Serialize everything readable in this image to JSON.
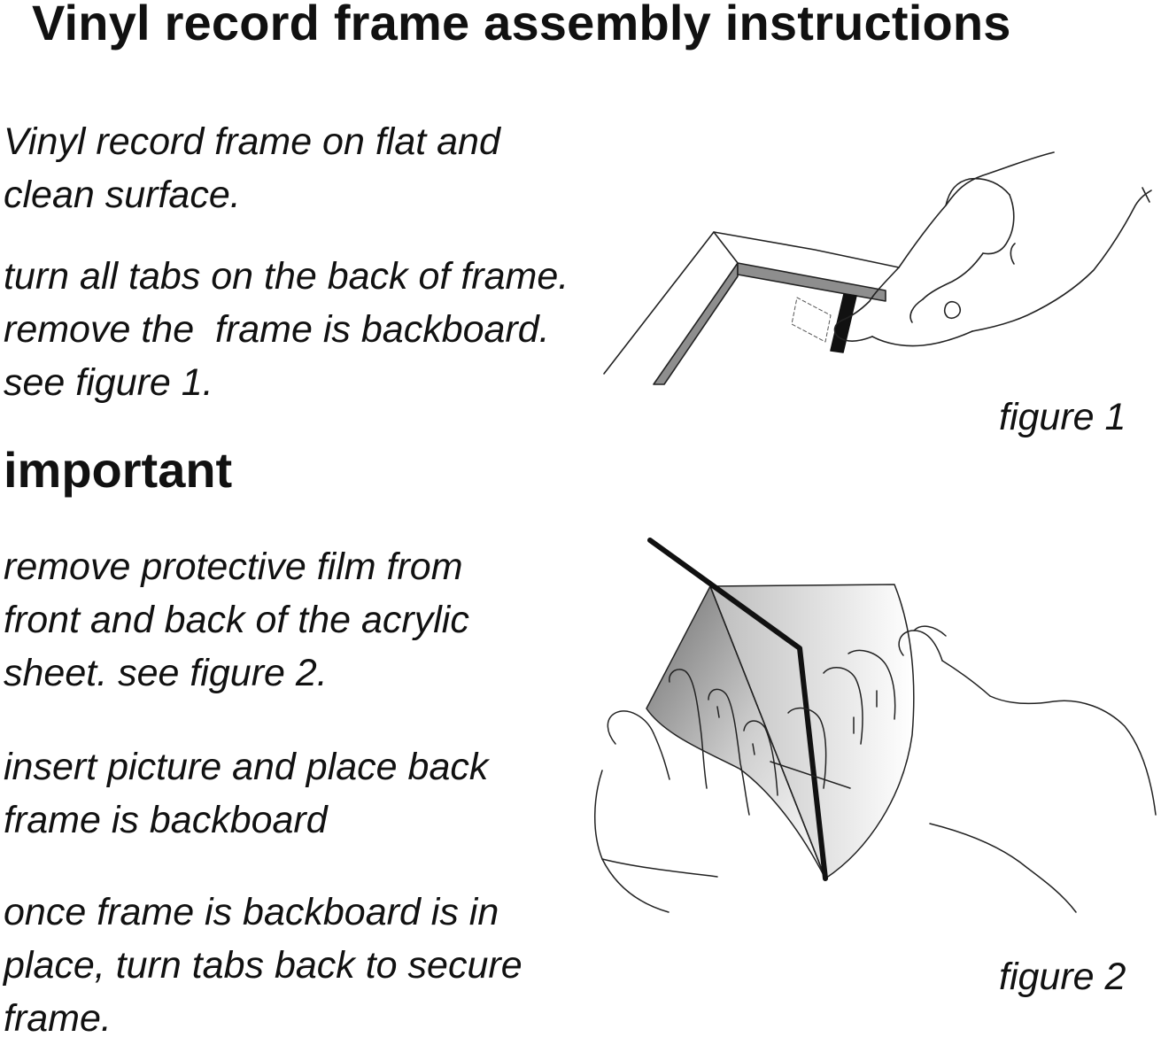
{
  "title": "Vinyl record frame assembly instructions",
  "step1": {
    "lines": [
      "Vinyl record frame on flat and",
      "clean surface."
    ]
  },
  "step2": {
    "lines": [
      "turn all tabs on the back of frame.",
      "remove the  frame is backboard.",
      "see figure 1."
    ]
  },
  "important_heading": "important",
  "step3": {
    "lines": [
      "remove protective film from",
      "front and back of the acrylic",
      "sheet. see figure 2."
    ]
  },
  "step4": {
    "lines": [
      "insert picture and place back",
      "frame is backboard"
    ]
  },
  "step5": {
    "lines": [
      "once frame is backboard is in",
      "place, turn tabs back to secure",
      "frame."
    ]
  },
  "figure1": {
    "caption": "figure 1",
    "icon": "hand-turning-frame-tab-illustration"
  },
  "figure2": {
    "caption": "figure 2",
    "icon": "hands-peeling-protective-film-illustration"
  }
}
